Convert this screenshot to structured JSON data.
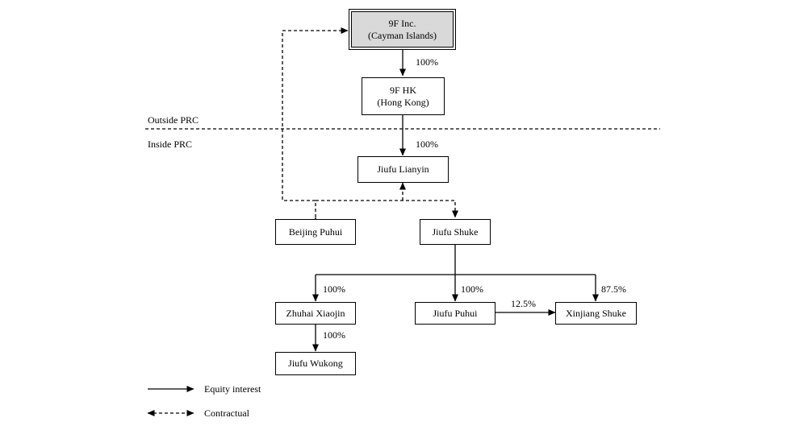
{
  "entities": {
    "parent": {
      "line1": "9F Inc.",
      "line2": "(Cayman Islands)"
    },
    "hk": {
      "line1": "9F HK",
      "line2": "(Hong Kong)"
    },
    "lianyin": "Jiufu Lianyin",
    "puhui_beijing": "Beijing Puhui",
    "shuke": "Jiufu Shuke",
    "zhuhai": "Zhuhai Xiaojin",
    "jiufu_puhui": "Jiufu Puhui",
    "xinjiang": "Xinjiang Shuke",
    "wukong": "Jiufu Wukong"
  },
  "percentages": {
    "parent_hk": "100%",
    "hk_lianyin": "100%",
    "shuke_zhuhai": "100%",
    "shuke_puhui": "100%",
    "shuke_xinjiang": "87.5%",
    "puhui_xinjiang": "12.5%",
    "zhuhai_wukong": "100%"
  },
  "regions": {
    "outside": "Outside PRC",
    "inside": "Inside PRC"
  },
  "legend": {
    "equity": "Equity interest",
    "contractual": "Contractual"
  }
}
